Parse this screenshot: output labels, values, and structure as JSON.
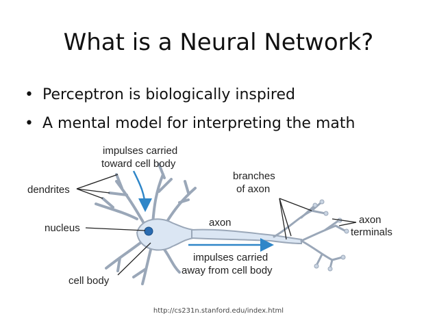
{
  "slide": {
    "title": "What is a Neural Network?",
    "bullets": [
      "Perceptron is biologically inspired",
      "A mental model for interpreting the math"
    ],
    "footer_url": "http://cs231n.stanford.edu/index.html"
  },
  "diagram": {
    "labels": {
      "impulses_toward_1": "impulses carried",
      "impulses_toward_2": "toward cell body",
      "dendrites": "dendrites",
      "branches_1": "branches",
      "branches_2": "of axon",
      "nucleus": "nucleus",
      "axon": "axon",
      "axon_terminals_1": "axon",
      "axon_terminals_2": "terminals",
      "impulses_away_1": "impulses carried",
      "impulses_away_2": "away from cell body",
      "cell_body": "cell body"
    },
    "colors": {
      "membrane": "#9aa7b8",
      "fill": "#dbe6f3",
      "nucleus": "#2a6bb0",
      "arrow": "#2f86c8",
      "leader": "#222222"
    }
  }
}
